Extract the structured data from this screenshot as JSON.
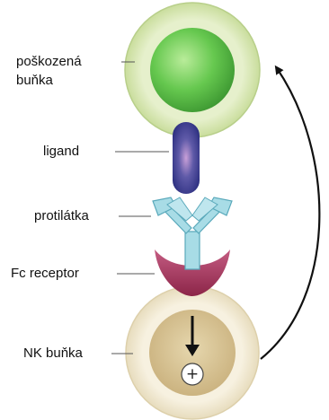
{
  "labels": {
    "damaged_cell_line1": "poškozená",
    "damaged_cell_line2": "buňka",
    "ligand": "ligand",
    "antibody": "protilátka",
    "fc_receptor": "Fc receptor",
    "nk_cell": "NK buňka"
  },
  "symbols": {
    "plus": "+"
  },
  "colors": {
    "damaged_cell_outer": "#dbe9b8",
    "damaged_cell_nucleus": "#5fc04a",
    "ligand": "#3a3f92",
    "antibody": "#a8dce6",
    "fc_receptor": "#a8325a",
    "nk_cell_outer": "#f4ecd6",
    "nk_cell_inner": "#d8c495"
  }
}
